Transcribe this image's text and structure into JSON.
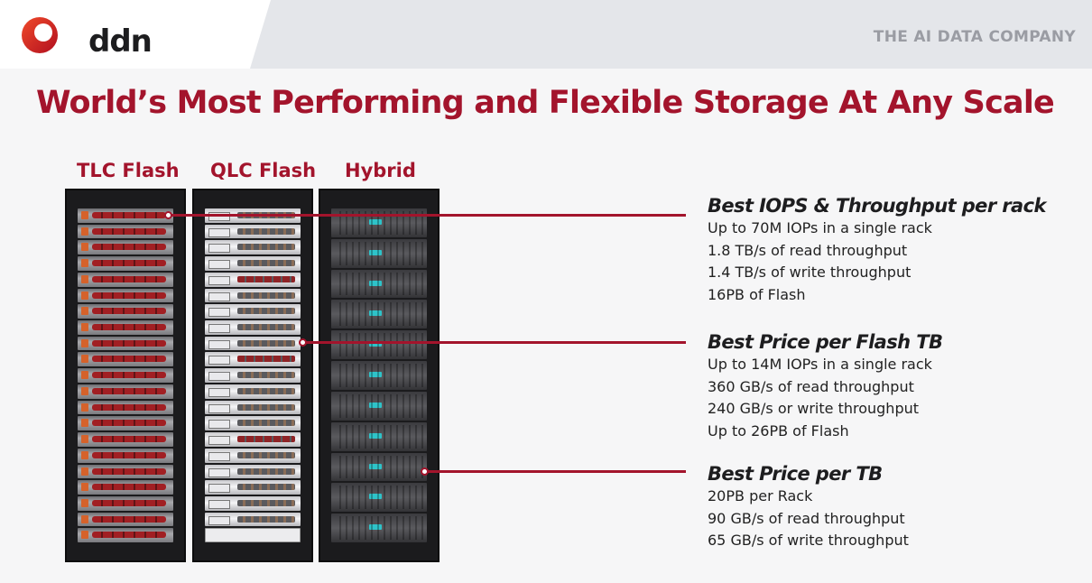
{
  "header": {
    "logo_text": "ddn",
    "tagline": "THE AI DATA COMPANY",
    "brand_color": "#a3142c",
    "logo_colors": [
      "#e6312a",
      "#c1121f"
    ]
  },
  "title": "World’s Most Performing and Flexible Storage At Any Scale",
  "columns": [
    {
      "label": "TLC Flash"
    },
    {
      "label": "QLC Flash"
    },
    {
      "label": "Hybrid"
    }
  ],
  "specs": [
    {
      "title": "Best IOPS & Throughput per rack",
      "lines": [
        "Up to 70M IOPs in a single rack",
        "1.8 TB/s of read throughput",
        "1.4 TB/s of write throughput",
        "16PB of Flash"
      ]
    },
    {
      "title": "Best Price per Flash TB",
      "lines": [
        "Up to 14M IOPs in a single rack",
        "360 GB/s of read throughput",
        "240 GB/s or write throughput",
        "Up to 26PB of Flash"
      ]
    },
    {
      "title": "Best Price per TB",
      "lines": [
        "20PB per Rack",
        "90 GB/s of read throughput",
        "65 GB/s of write throughput"
      ]
    }
  ]
}
